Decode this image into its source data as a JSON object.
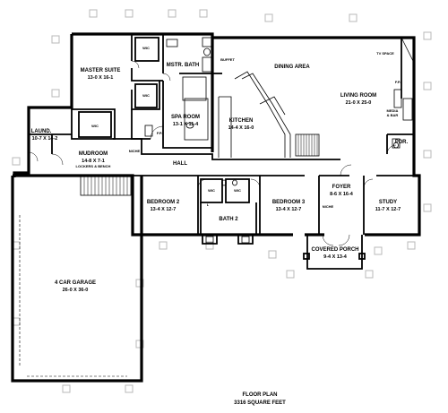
{
  "rooms": {
    "master_suite": {
      "name": "MASTER SUITE",
      "size": "13-0 X 16-1"
    },
    "mstr_bath": {
      "name": "MSTR. BATH"
    },
    "spa_room": {
      "name": "SPA ROOM",
      "size": "13-1 X 11-4"
    },
    "dining_area": {
      "name": "DINING AREA"
    },
    "living_room": {
      "name": "LIVING ROOM",
      "size": "21-0 X 25-0"
    },
    "kitchen": {
      "name": "KITCHEN",
      "size": "14-4 X 16-0"
    },
    "laundry": {
      "name": "LAUND.",
      "size": "10-7 X 14-2"
    },
    "mudroom": {
      "name": "MUDROOM",
      "size": "14-8 X 7-1",
      "note": "LOCKERS & BENCH"
    },
    "hall": {
      "name": "HALL"
    },
    "bedroom2": {
      "name": "BEDROOM 2",
      "size": "13-4 X 12-7"
    },
    "bedroom3": {
      "name": "BEDROOM 3",
      "size": "13-4 X 12-7"
    },
    "bath2": {
      "name": "BATH 2"
    },
    "foyer": {
      "name": "FOYER",
      "size": "8-6 X 16-4"
    },
    "study": {
      "name": "STUDY",
      "size": "11-7 X 12-7"
    },
    "covered_porch": {
      "name": "COVERED PORCH",
      "size": "9-4 X 13-4"
    },
    "garage": {
      "name": "4 CAR GARAGE",
      "size": "26-0 X 36-0"
    },
    "pdr": {
      "name": "PDR."
    }
  },
  "labels": {
    "wic": "WIC",
    "buffet": "BUFFET",
    "tv_space": "TV SPACE",
    "fp": "F.P.",
    "media_bar_1": "MEDIA",
    "media_bar_2": "& BAR",
    "niche": "NICHE",
    "linen": "L"
  },
  "caption": {
    "title": "FLOOR PLAN",
    "area": "3316 SQUARE FEET"
  }
}
